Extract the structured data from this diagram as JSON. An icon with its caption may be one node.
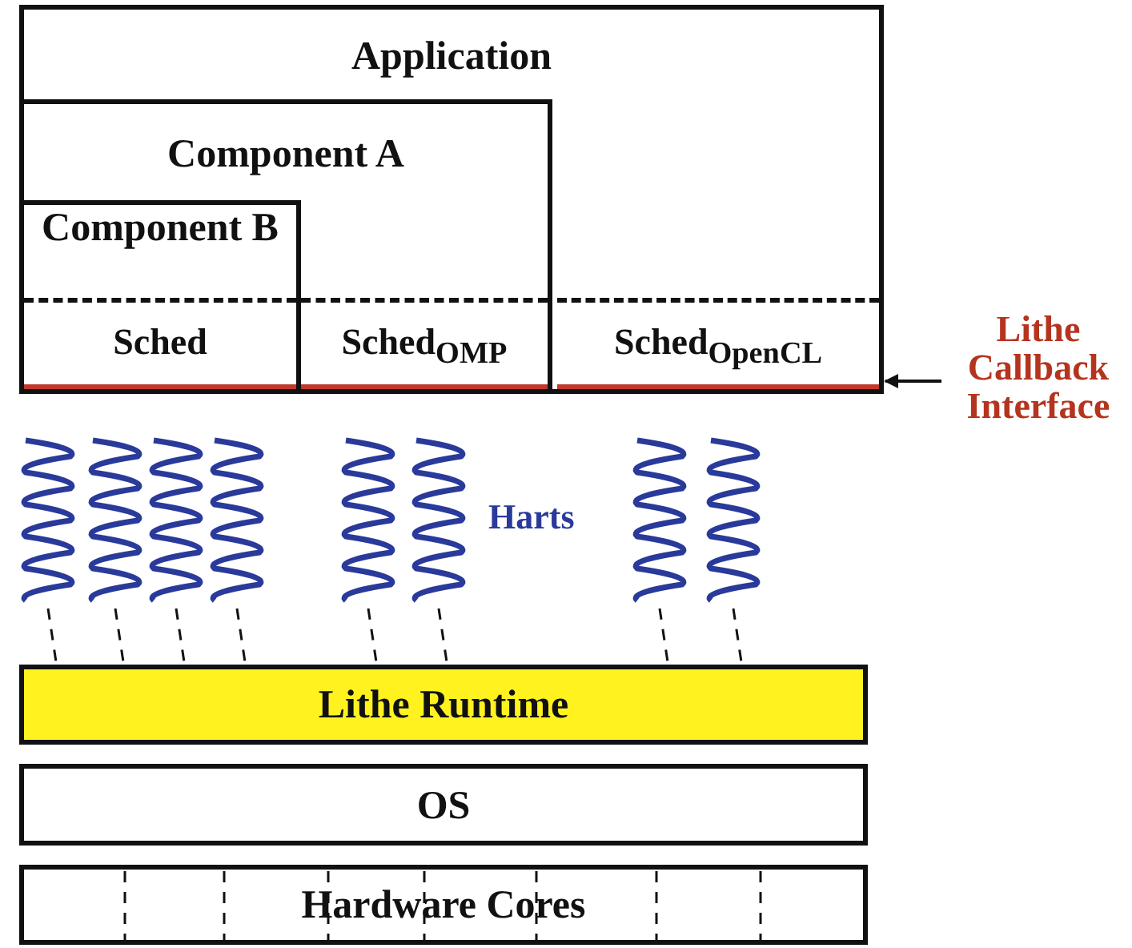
{
  "diagram": {
    "nodes": [
      {
        "text": [
          "Application"
        ]
      },
      {
        "text": [
          "Component A"
        ],
        "in": 0
      },
      {
        "text": [
          "Component B"
        ],
        "in": 1
      },
      {
        "text": [
          "Sched"
        ],
        "in": 2
      },
      {
        "text": [
          "Sched$_{OMP}$"
        ],
        "in": 1
      },
      {
        "text": [
          "Sched$_{OpenCL}$"
        ],
        "in": 0
      },
      {
        "text": [
          "Lithe Callback Interface"
        ]
      },
      {
        "text": [
          "Lithe Runtime"
        ]
      },
      {
        "text": [
          "OS"
        ]
      },
      {
        "text": [
          "Hardware Cores"
        ]
      },
      {
        "text": [],
        "shape": "spring"
      },
      {
        "text": [],
        "shape": "spring"
      },
      {
        "text": [],
        "shape": "spring"
      },
      {
        "text": [],
        "shape": "spring"
      },
      {
        "text": [],
        "shape": "spring"
      },
      {
        "text": [],
        "shape": "spring"
      },
      {
        "text": [],
        "shape": "spring"
      },
      {
        "text": [],
        "shape": "spring"
      }
    ],
    "edges": [
      {
        "from": 6,
        "to": 0,
        "arrow": "to"
      },
      {
        "from": 10,
        "to": 7,
        "arrow": "none",
        "style": "dashed"
      },
      {
        "from": 11,
        "to": 7,
        "arrow": "none",
        "style": "dashed"
      },
      {
        "from": 12,
        "to": 7,
        "arrow": "none",
        "style": "dashed"
      },
      {
        "from": 13,
        "to": 7,
        "arrow": "none",
        "style": "dashed"
      },
      {
        "from": 14,
        "to": 7,
        "arrow": "none",
        "style": "dashed"
      },
      {
        "from": 15,
        "to": 7,
        "arrow": "none",
        "style": "dashed"
      },
      {
        "from": 16,
        "to": 7,
        "arrow": "none",
        "style": "dashed"
      },
      {
        "from": 17,
        "to": 7,
        "arrow": "none",
        "style": "dashed"
      }
    ],
    "labels": [
      "Harts"
    ]
  }
}
